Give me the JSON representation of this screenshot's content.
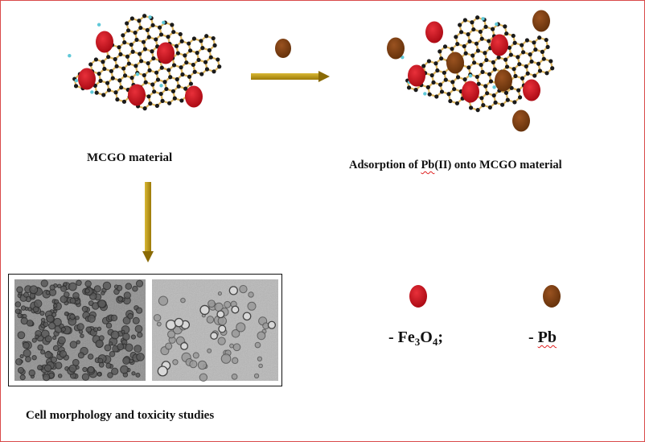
{
  "labels": {
    "mcgo": "MCGO material",
    "adsorption_prefix": "Adsorption of ",
    "adsorption_pb": "Pb",
    "adsorption_suffix": "(II) onto MCGO material",
    "cell": "Cell morphology and toxicity studies"
  },
  "legend": {
    "fe_prefix": "- Fe",
    "fe_sub1": "3",
    "fe_mid": "O",
    "fe_sub2": "4",
    "fe_suffix": ";",
    "pb_prefix": "- ",
    "pb": "Pb"
  },
  "colors": {
    "fe3o4": "#c8101a",
    "pb": "#7a3b10",
    "arrow": "#b8950f",
    "frame": "#d94a4a",
    "lattice_bond": "#e0b860",
    "lattice_atom": "#1a1a1a",
    "hydrogen": "#5fc8d8"
  },
  "icons": [
    "graphene-lattice-icon",
    "fe3o4-particle-icon",
    "pb-particle-icon",
    "right-arrow-icon",
    "down-arrow-icon",
    "cell-micrograph-image"
  ]
}
